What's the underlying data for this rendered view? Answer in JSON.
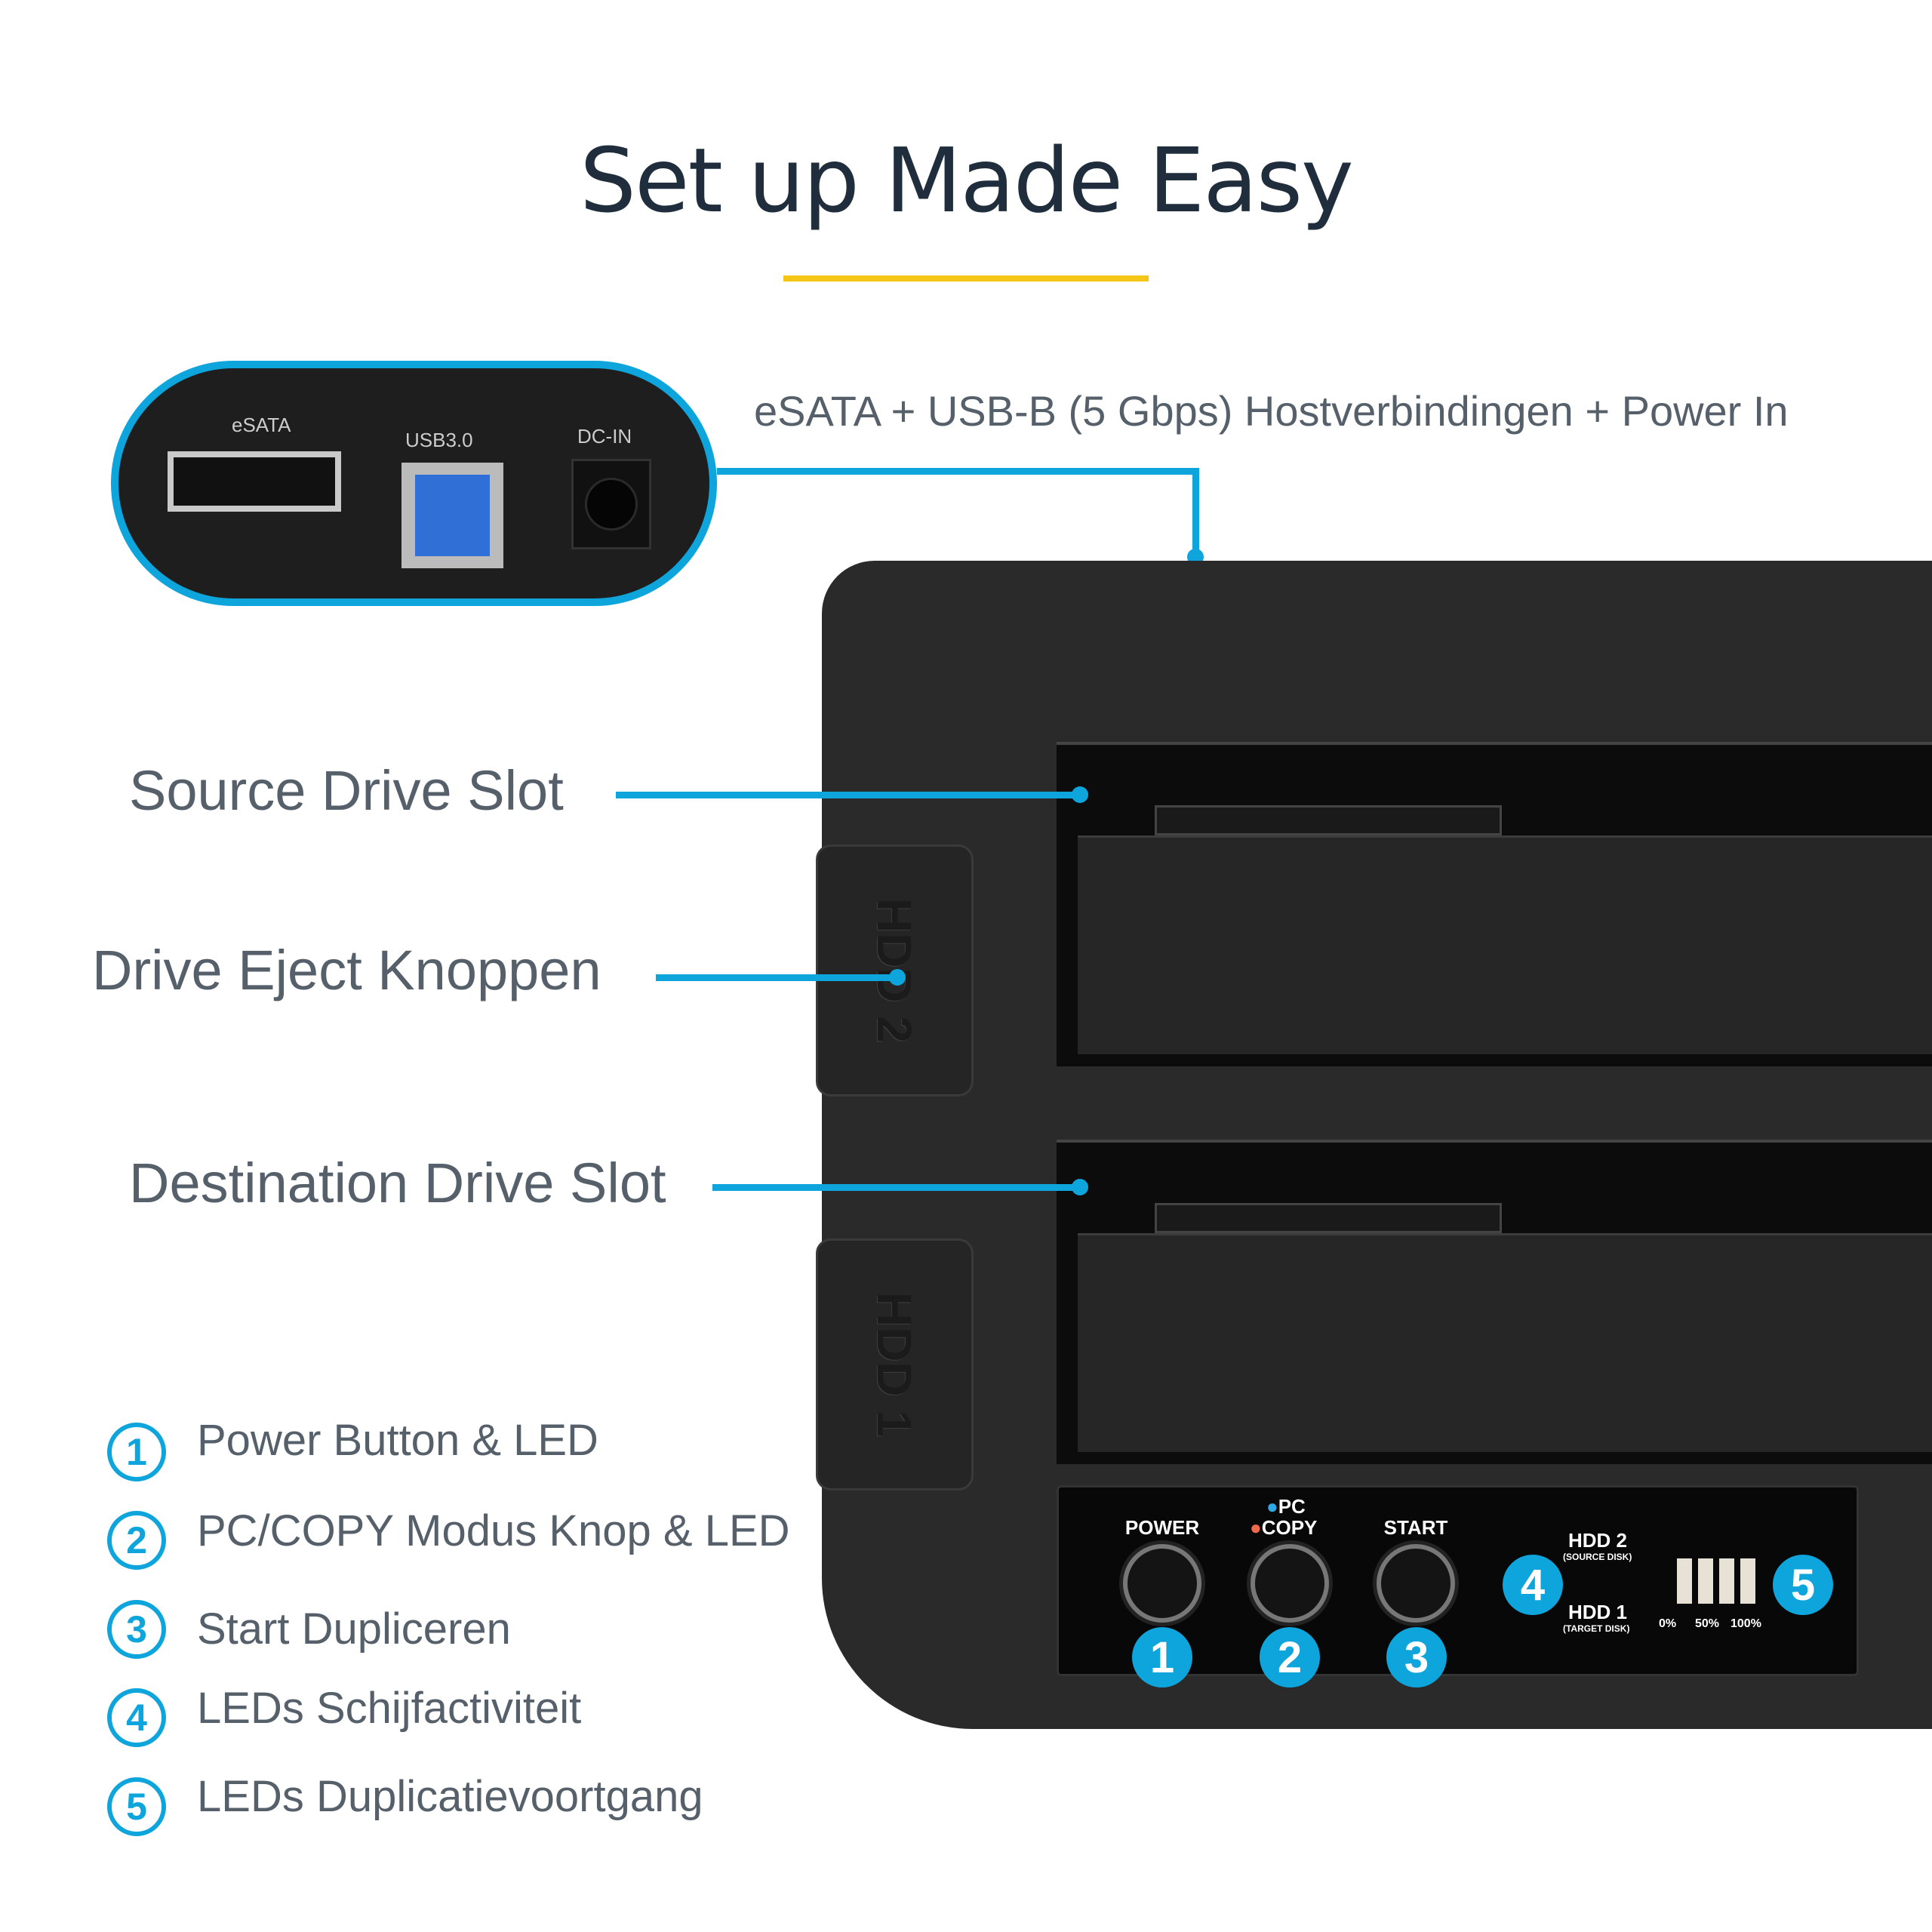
{
  "header": {
    "title": "Set up Made Easy"
  },
  "ports": {
    "caption": "eSATA + USB-B (5 Gbps) Hostverbindingen + Power In",
    "esata": "eSATA",
    "usb": "USB3.0",
    "dcin": "DC-IN"
  },
  "callouts": {
    "source": "Source Drive Slot",
    "eject": "Drive Eject Knoppen",
    "destination": "Destination Drive Slot"
  },
  "device": {
    "eject_top": "HDD 2",
    "eject_bottom": "HDD 1"
  },
  "panel": {
    "power": "POWER",
    "pc": "PC",
    "copy": "COPY",
    "start": "START",
    "hdd2": "HDD 2",
    "hdd2_sub": "(SOURCE DISK)",
    "hdd1": "HDD 1",
    "hdd1_sub": "(TARGET DISK)",
    "p0": "0%",
    "p50": "50%",
    "p100": "100%",
    "badges": [
      "1",
      "2",
      "3",
      "4",
      "5"
    ],
    "pc_led_color": "#2fa8e8",
    "copy_led_color": "#f06a4a"
  },
  "legend": [
    {
      "num": "1",
      "text": "Power Button & LED"
    },
    {
      "num": "2",
      "text": "PC/COPY Modus Knop & LED"
    },
    {
      "num": "3",
      "text": "Start Dupliceren"
    },
    {
      "num": "4",
      "text": "LEDs Schijfactiviteit"
    },
    {
      "num": "5",
      "text": "LEDs Duplicatievoortgang"
    }
  ],
  "colors": {
    "accent": "#0ea5dc",
    "rule": "#f5c518",
    "title": "#1f2d3d"
  }
}
